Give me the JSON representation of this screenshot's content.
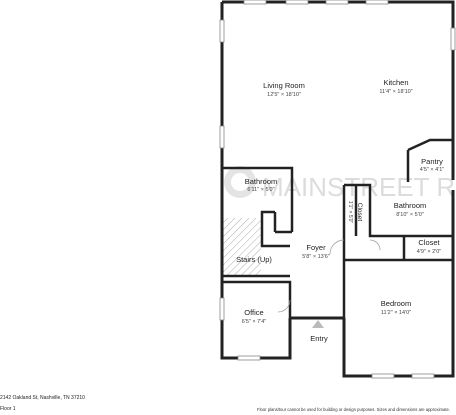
{
  "rooms": {
    "living_room": {
      "name": "Living Room",
      "dims": "12'5\" × 18'10\""
    },
    "kitchen": {
      "name": "Kitchen",
      "dims": "11'4\" × 18'10\""
    },
    "pantry": {
      "name": "Pantry",
      "dims": "4'5\" × 4'1\""
    },
    "bathroom_left": {
      "name": "Bathroom",
      "dims": "6'11\" × 5'0\""
    },
    "closet_vertical": {
      "name": "Closet",
      "dims": "1'1\" × 5'0\""
    },
    "bathroom_right": {
      "name": "Bathroom",
      "dims": "8'10\" × 5'0\""
    },
    "closet_right": {
      "name": "Closet",
      "dims": "4'9\" × 2'0\""
    },
    "stairs": {
      "name": "Stairs (Up)"
    },
    "foyer": {
      "name": "Foyer",
      "dims": "5'8\" × 13'6\""
    },
    "office": {
      "name": "Office",
      "dims": "6'5\" × 7'4\""
    },
    "bedroom": {
      "name": "Bedroom",
      "dims": "11'2\" × 14'0\""
    }
  },
  "entry_label": "Entry",
  "watermark": "MAINSTREET RENEWAL",
  "footer": {
    "address": "2142 Oakland St, Nashville, TN 37210",
    "floor": "Floor 1",
    "disclaimer": "Floor plans/tour cannot be used for building or design purposes. Sizes and dimensions are approximate."
  }
}
